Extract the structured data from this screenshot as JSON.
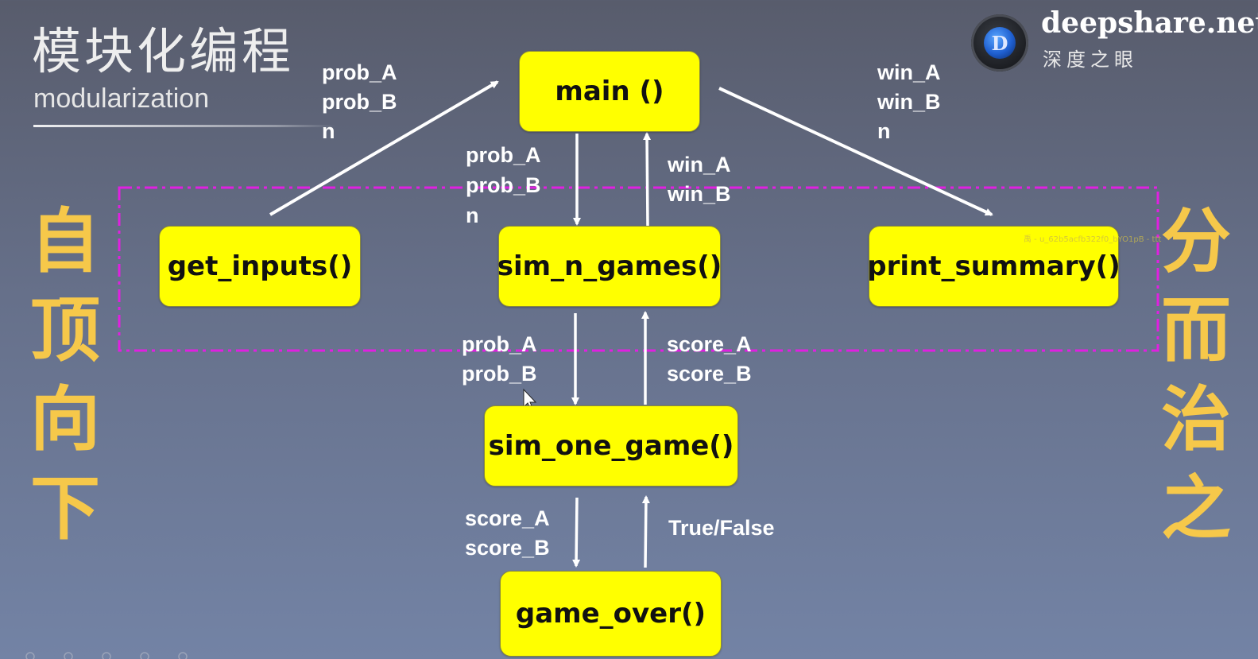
{
  "header": {
    "title_cn": "模块化编程",
    "title_en": "modularization"
  },
  "brand": {
    "logo_letter": "D",
    "name": "deepshare.net",
    "subtitle": "深度之眼"
  },
  "side_text": {
    "left": [
      "自",
      "顶",
      "向",
      "下"
    ],
    "right": [
      "分",
      "而",
      "治",
      "之"
    ]
  },
  "nodes": {
    "main": "main ()",
    "get_inputs": "get_inputs()",
    "sim_n_games": "sim_n_games()",
    "print_summary": "print_summary()",
    "sim_one_game": "sim_one_game()",
    "game_over": "game_over()"
  },
  "edge_labels": {
    "get_inputs_to_main": [
      "prob_A",
      "prob_B",
      "n"
    ],
    "main_to_print_summary": [
      "win_A",
      "win_B",
      "n"
    ],
    "main_to_sim_n_games": [
      "prob_A",
      "prob_B",
      "n"
    ],
    "sim_n_games_to_main": [
      "win_A",
      "win_B"
    ],
    "sim_n_games_to_sim_one_game": [
      "prob_A",
      "prob_B"
    ],
    "sim_one_game_to_sim_n_games": [
      "score_A",
      "score_B"
    ],
    "sim_one_game_to_game_over": [
      "score_A",
      "score_B"
    ],
    "game_over_to_sim_one_game": [
      "True/False"
    ]
  },
  "watermark": "禹 - u_62b5acfb322f0_bYO1pB - ttt",
  "colors": {
    "node_fill": "#ffff00",
    "group_border": "#e020e0",
    "side_text": "#f6c84a",
    "arrow": "#ffffff"
  }
}
